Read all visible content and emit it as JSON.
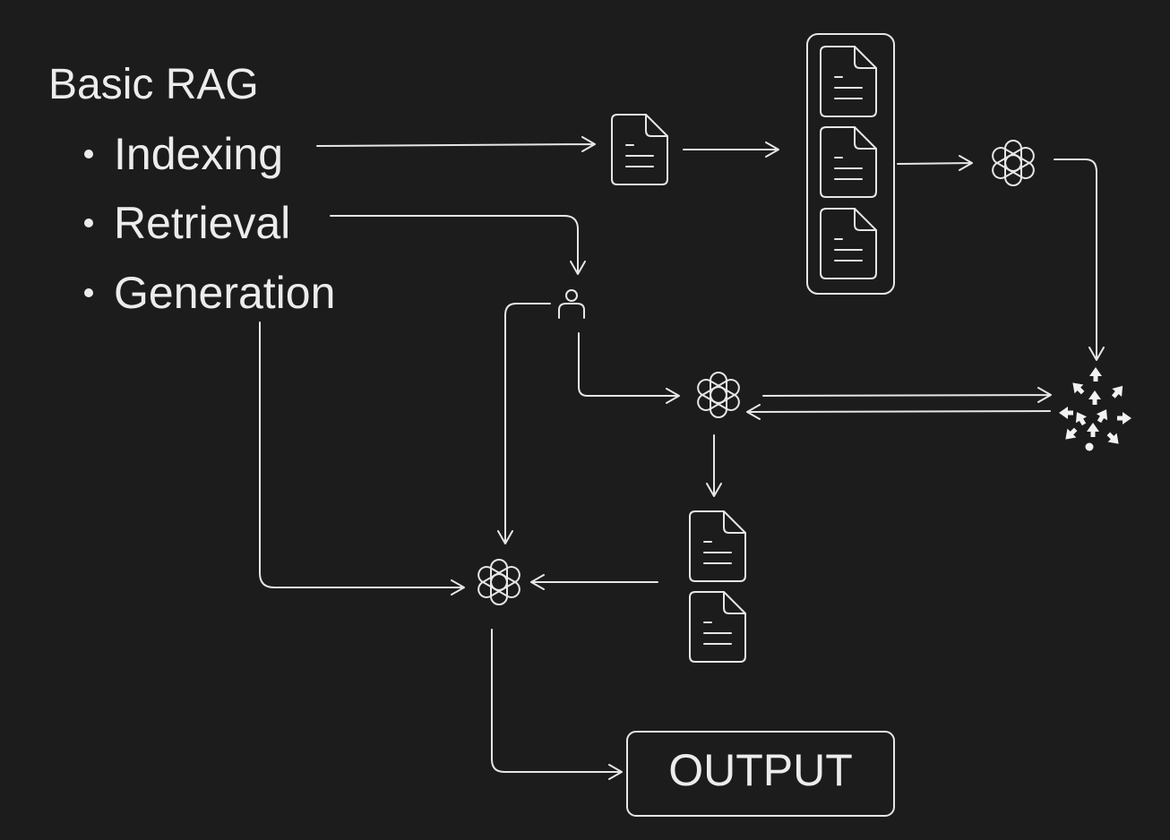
{
  "title": "Basic RAG",
  "bullets": {
    "indexing": "Indexing",
    "retrieval": "Retrieval",
    "generation": "Generation"
  },
  "output_label": "OUTPUT",
  "colors": {
    "background": "#1c1c1c",
    "stroke": "#e6e6e6",
    "text": "#ececec"
  },
  "icons": {
    "document": "document-icon",
    "llm": "openai-logo-icon",
    "user": "user-icon",
    "vector_store": "vector-store-cluster-icon"
  }
}
